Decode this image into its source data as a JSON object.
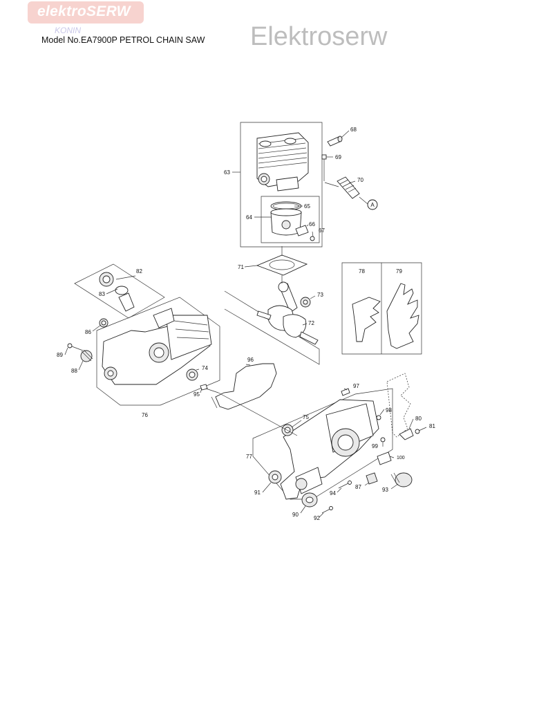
{
  "logo": {
    "brand": "elektroSERW",
    "city": "KONIN"
  },
  "model_title": "Model No.EA7900P PETROL CHAIN SAW",
  "watermark": "Elektroserw",
  "callout_letter": "A",
  "parts": [
    "63",
    "64",
    "65",
    "66",
    "67",
    "68",
    "69",
    "70",
    "71",
    "72",
    "73",
    "74",
    "75",
    "76",
    "77",
    "78",
    "79",
    "80",
    "81",
    "82",
    "83",
    "86",
    "87",
    "88",
    "89",
    "90",
    "91",
    "92",
    "93",
    "94",
    "95",
    "96",
    "97",
    "98",
    "99",
    "100"
  ]
}
